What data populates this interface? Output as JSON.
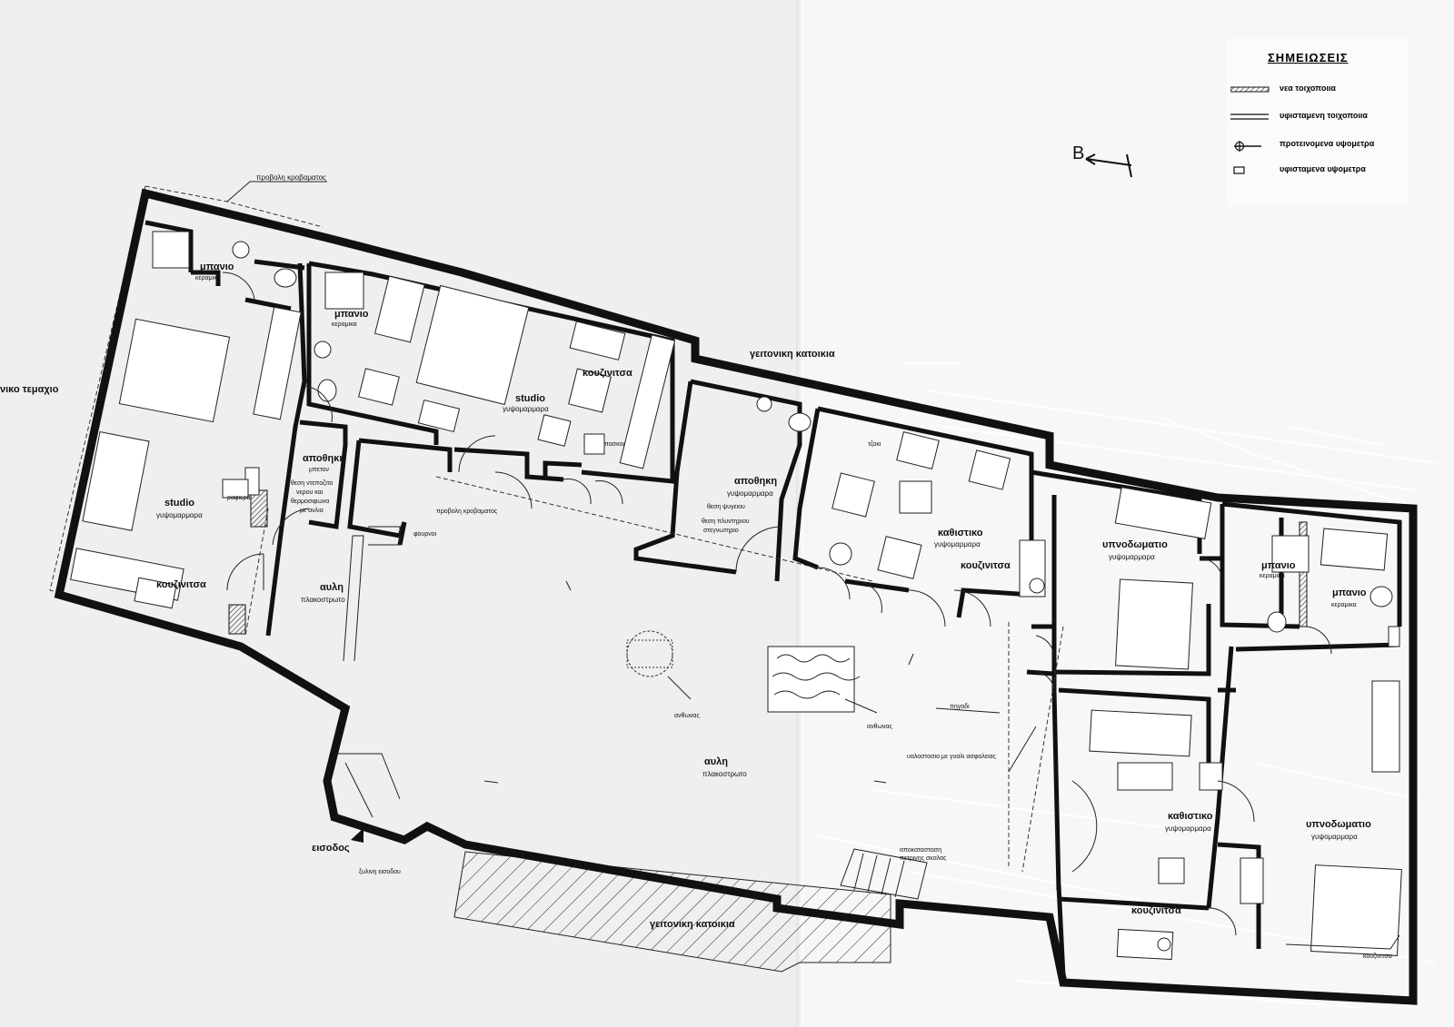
{
  "legend": {
    "title": "ΣΗΜΕΙΩΣΕΙΣ",
    "items": [
      {
        "symbol": "hatched-line",
        "text": "νεα τοιχοποιια"
      },
      {
        "symbol": "double-line",
        "text": "υφισταμενη τοιχοποιια"
      },
      {
        "symbol": "crosshair",
        "text": "προτεινομενα υψομετρα"
      },
      {
        "symbol": "rectangle",
        "text": "υφισταμενα υψομετρα"
      }
    ]
  },
  "north_arrow": {
    "label": "Β"
  },
  "plan": {
    "labels": {
      "projection_top": "προβολη κροβαματος",
      "neighbour_plot": "νικο τεμαχιο",
      "bath_1": "μπανιο",
      "bath_1_finish": "κεραμικα",
      "bath_2": "μπανιο",
      "bath_2_finish": "κεραμικα",
      "studio_1": "studio",
      "studio_1_finish": "γυψομαρμαρα",
      "studio_2": "studio",
      "studio_2_finish": "γυψομαρμαρα",
      "kitchen_1": "κουζινιτσα",
      "kitchen_2": "κουζινιτσα",
      "kitchen_3": "κουζινιτσα",
      "kitchen_4": "κουζινιτσα",
      "storage_1": "αποθηκη",
      "storage_1_sub": "μπετον",
      "storage_1_note_1": "θεση ντεποζιτο",
      "storage_1_note_2": "νερου και",
      "storage_1_note_3": "θερμοσιφωνα",
      "storage_1_note_4": "με ανλια",
      "shelves": "ραφιερα",
      "projection_mid": "προβολη κροβαματος",
      "oven": "φουρνοι",
      "courtyard_1": "αυλη",
      "courtyard_1_finish": "πλακοστρωτο",
      "courtyard_2": "αυλη",
      "courtyard_2_finish": "πλακοστρωτο",
      "neighbour_house_top": "γειτονικη κατοικια",
      "neighbour_house_bottom": "γειτονικη κατοικια",
      "counter": "πασκοι",
      "storage_2": "αποθηκη",
      "storage_2_finish": "γυψομαρμαρα",
      "storage_2_note_1": "θεση ψυγειου",
      "storage_2_note_2": "θεση πλυντηριου",
      "storage_2_note_3": "στεγνωτηριο",
      "fireplace": "τζακι",
      "living_1": "καθιστικο",
      "living_1_finish": "γυψομαρμαρα",
      "living_2": "καθιστικο",
      "living_2_finish": "γυψομαρμαρα",
      "bedroom_1": "υπνοδωματιο",
      "bedroom_1_finish": "γυψομαρμαρα",
      "bedroom_2": "υπνοδωματιο",
      "bedroom_2_finish": "γυψομαρμαρα",
      "bath_3": "μπανιο",
      "bath_3_finish": "κεραμικα",
      "bath_4": "μπανιο",
      "bath_4_finish": "κεραμικα",
      "tree_1": "ανθωνας",
      "tree_2": "ανθωνας",
      "well": "πηγαδι",
      "glass": "υαλοστασιο με γυαλι ασφαλειας",
      "stairs_note_1": "αποκατασταση",
      "stairs_note_2": "πετρινης σκαλας",
      "entrance": "εισοδος",
      "entrance_door": "ξυλινη εισοδου",
      "wardrobe": "κουζινιτσα"
    }
  }
}
